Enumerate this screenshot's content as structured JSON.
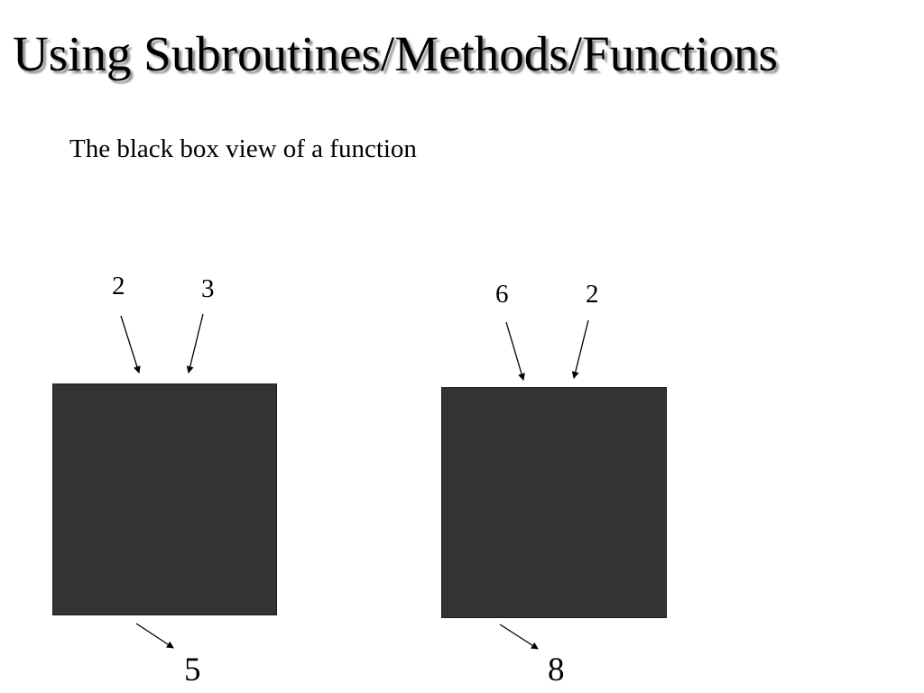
{
  "slide": {
    "title": "Using Subroutines/Methods/Functions",
    "subtitle": "The black box view of a function"
  },
  "diagrams": [
    {
      "inputs": [
        "2",
        "3"
      ],
      "output": "5",
      "box_color": "#333333"
    },
    {
      "inputs": [
        "6",
        "2"
      ],
      "output": "8",
      "box_color": "#333333"
    }
  ]
}
